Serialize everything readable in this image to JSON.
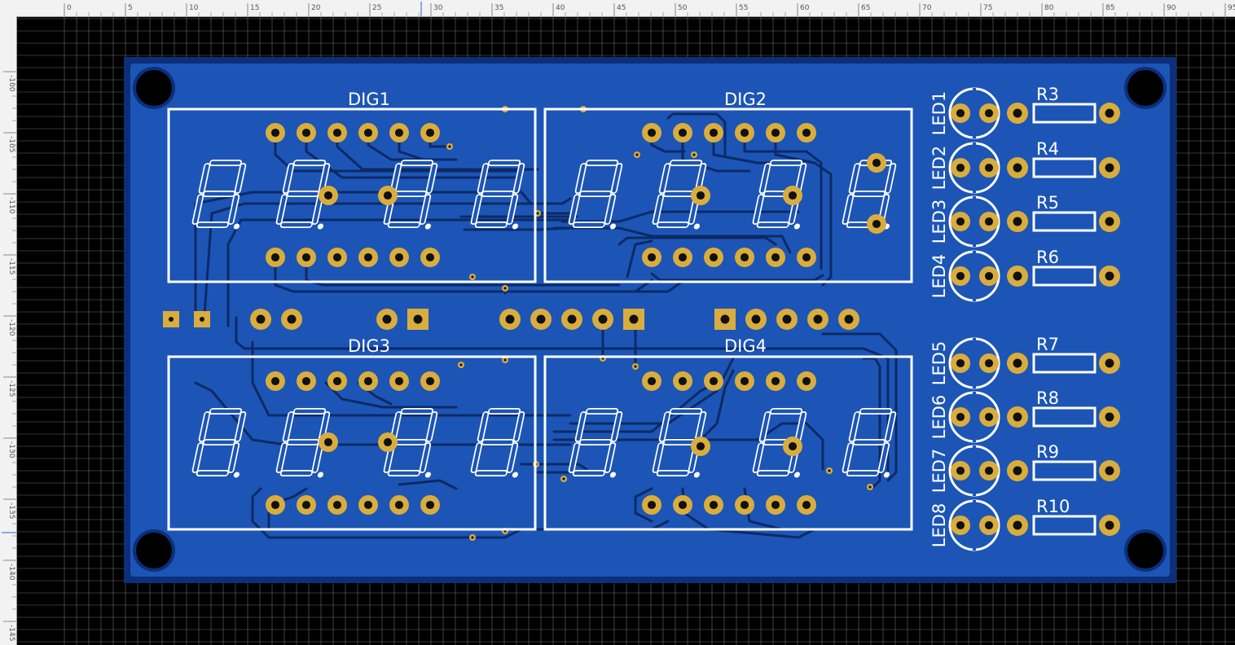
{
  "colors": {
    "canvas_bg": "#000000",
    "grid": "#6a6a6a",
    "board_border": "#0b2f7a",
    "board_fill": "#1c55b6",
    "copper": "#d9ad3d",
    "silkscreen": "#ffffff",
    "trace": "#0c2a66"
  },
  "rulers": {
    "top_labels": [
      "0",
      "5",
      "10",
      "15",
      "20",
      "25",
      "30",
      "35",
      "40",
      "45",
      "50",
      "55",
      "60",
      "65",
      "70",
      "75",
      "80",
      "85",
      "90",
      "95"
    ],
    "left_labels": [
      "-100",
      "-105",
      "-110",
      "-115",
      "-120",
      "-125",
      "-130",
      "-135",
      "-140",
      "-145"
    ]
  },
  "board": {
    "displays": [
      {
        "designator": "DIG1"
      },
      {
        "designator": "DIG2"
      },
      {
        "designator": "DIG3"
      },
      {
        "designator": "DIG4"
      }
    ],
    "leds": [
      {
        "designator": "LED1"
      },
      {
        "designator": "LED2"
      },
      {
        "designator": "LED3"
      },
      {
        "designator": "LED4"
      },
      {
        "designator": "LED5"
      },
      {
        "designator": "LED6"
      },
      {
        "designator": "LED7"
      },
      {
        "designator": "LED8"
      }
    ],
    "resistors": [
      {
        "designator": "R3"
      },
      {
        "designator": "R4"
      },
      {
        "designator": "R5"
      },
      {
        "designator": "R6"
      },
      {
        "designator": "R7"
      },
      {
        "designator": "R8"
      },
      {
        "designator": "R9"
      },
      {
        "designator": "R10"
      }
    ]
  }
}
